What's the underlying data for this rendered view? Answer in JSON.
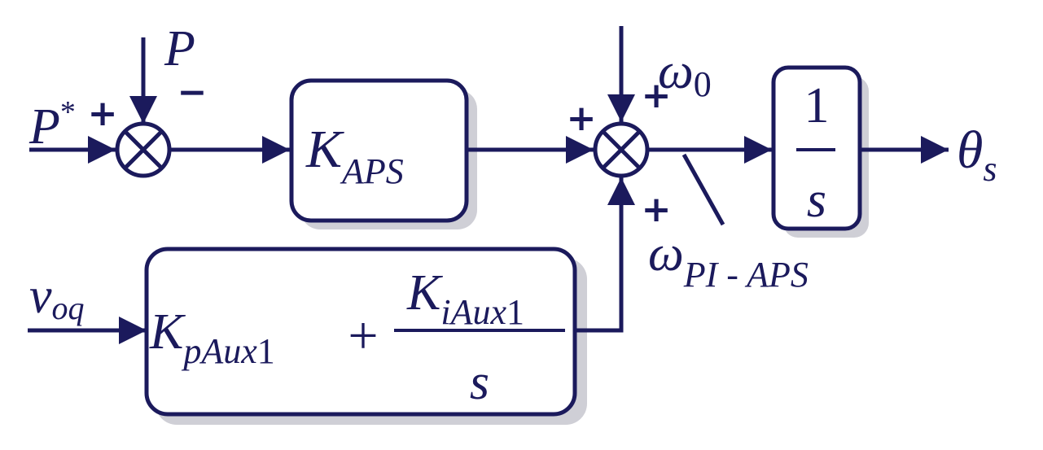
{
  "colors": {
    "ink": "#1b1a5c",
    "shadow": "#cfcfd6",
    "background": "#ffffff"
  },
  "signals": {
    "p_ref": {
      "main": "P",
      "sup": "*"
    },
    "p_meas": "P",
    "omega_0": {
      "main": "ω",
      "sub": "0"
    },
    "theta_s": {
      "main": "θ",
      "sub": "s"
    },
    "v_oq": {
      "main": "v",
      "sub": "oq"
    },
    "omega_pi_aps": {
      "main": "ω",
      "sub": "PI - APS"
    }
  },
  "signs": {
    "sum1_left": "+",
    "sum1_top": "−",
    "sum2_left": "+",
    "sum2_top": "+",
    "sum2_bottom": "+"
  },
  "blocks": {
    "k_aps": {
      "main": "K",
      "sub": "APS"
    },
    "integrator": {
      "numerator": "1",
      "denominator": "s"
    },
    "pi_aux": {
      "kp_main": "K",
      "kp_sub": "pAux",
      "kp_sub_num": "1",
      "plus": "+",
      "ki_main": "K",
      "ki_sub": "iAux",
      "ki_sub_num": "1",
      "denominator": "s"
    }
  }
}
